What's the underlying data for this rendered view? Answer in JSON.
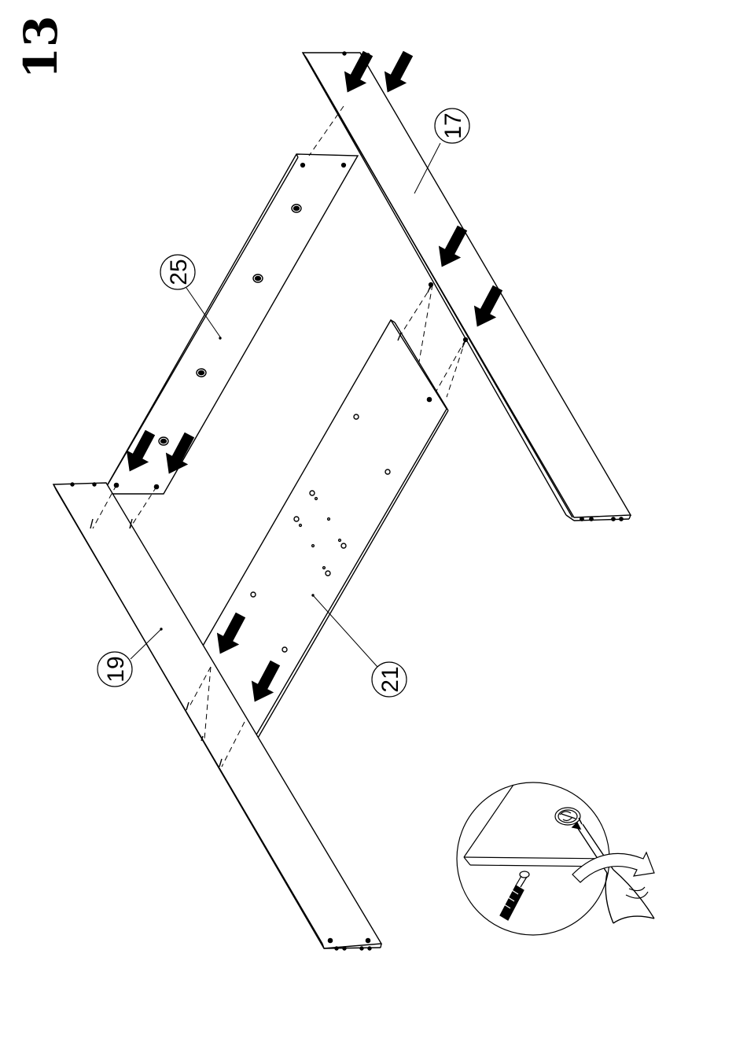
{
  "step_number": "13",
  "callouts": {
    "part_17": "17",
    "part_25": "25",
    "part_21": "21",
    "part_19": "19"
  },
  "icons": {
    "arrow": "push-arrow-icon",
    "screwdriver": "screwdriver-icon",
    "rotation": "rotate-clockwise-icon",
    "cam_lock": "cam-lock-icon",
    "dowel": "dowel-icon"
  },
  "colors": {
    "line": "#000000",
    "background": "#ffffff"
  }
}
